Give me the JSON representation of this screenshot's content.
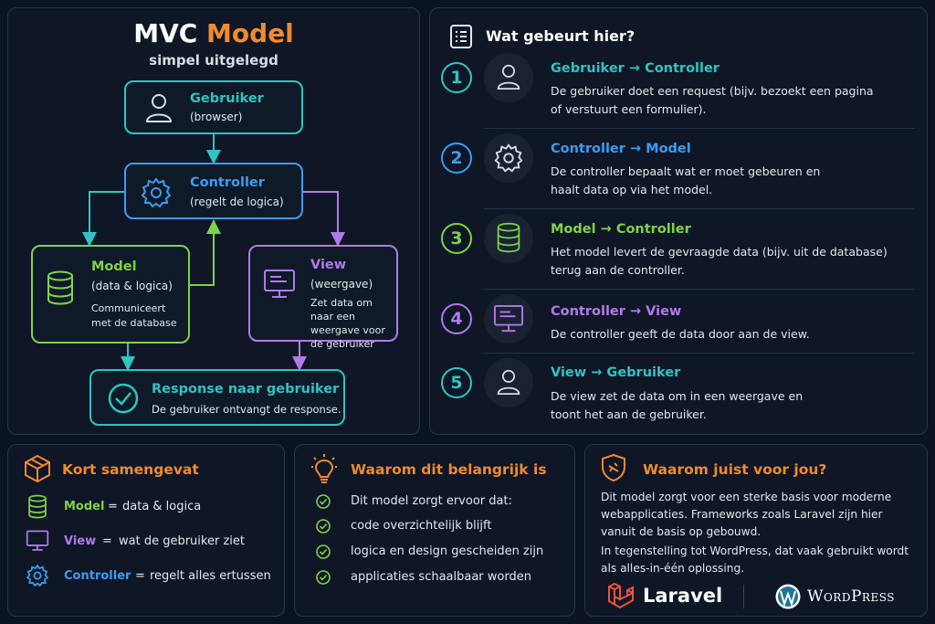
{
  "diagram": {
    "title_part1": "MVC",
    "title_part2": "Model",
    "subtitle": "simpel uitgelegd",
    "user": {
      "title": "Gebruiker",
      "sub": "(browser)"
    },
    "controller": {
      "title": "Controller",
      "sub": "(regelt de logica)"
    },
    "model": {
      "title": "Model",
      "sub": "(data & logica)",
      "desc": "Communiceert met de database"
    },
    "view": {
      "title": "View",
      "sub": "(weergave)",
      "desc": "Zet data om naar een weergave voor de gebruiker"
    },
    "response": {
      "title": "Response naar gebruiker",
      "desc": "De gebruiker ontvangt de response."
    }
  },
  "steps": {
    "header": "Wat gebeurt hier?",
    "items": [
      {
        "num": "1",
        "from": "Gebruiker",
        "to": "Controller",
        "desc": "De gebruiker doet een request (bijv. bezoekt een pagina of verstuurt een formulier).",
        "color": "#2ec4c4",
        "icon": "user-icon"
      },
      {
        "num": "2",
        "from": "Controller",
        "to": "Model",
        "desc": "De controller bepaalt wat er moet gebeuren en haalt data op via het model.",
        "color": "#3b9cf0",
        "icon": "gear-icon"
      },
      {
        "num": "3",
        "from": "Model",
        "to": "Controller",
        "desc": "Het model levert de gevraagde data (bijv. uit de database) terug aan de controller.",
        "color": "#7ed348",
        "icon": "database-icon"
      },
      {
        "num": "4",
        "from": "Controller",
        "to": "View",
        "desc": "De controller geeft de data door aan de view.",
        "color": "#b07ae8",
        "icon": "monitor-icon"
      },
      {
        "num": "5",
        "from": "View",
        "to": "Gebruiker",
        "desc": "De view zet de data om in een weergave en toont het aan de gebruiker.",
        "color": "#2ec4c4",
        "icon": "user-icon"
      }
    ]
  },
  "summary": {
    "title": "Kort samengevat",
    "rows": [
      {
        "term": "Model",
        "def": "data & logica",
        "color": "#7ed348"
      },
      {
        "term": "View",
        "def": "wat de gebruiker ziet",
        "color": "#b07ae8"
      },
      {
        "term": "Controller",
        "def": "regelt alles ertussen",
        "color": "#3b9cf0"
      }
    ],
    "eq": "="
  },
  "important": {
    "title": "Waarom dit belangrijk is",
    "items": [
      "Dit model zorgt ervoor dat:",
      "code overzichtelijk blijft",
      "logica en design gescheiden zijn",
      "applicaties schaalbaar worden"
    ]
  },
  "foryou": {
    "title": "Waarom juist voor jou?",
    "text1": "Dit model zorgt voor een sterke basis voor moderne webapplicaties. Frameworks zoals Laravel zijn hier vanuit de basis op gebouwd.",
    "text2": "In tegenstelling tot WordPress, dat vaak gebruikt wordt als alles-in-één oplossing.",
    "laravel": "Laravel",
    "wordpress": "WordPress"
  },
  "colors": {
    "orange": "#f28a2e",
    "teal": "#2ec4c4",
    "blue": "#3b9cf0",
    "green": "#7ed348",
    "purple": "#b07ae8"
  }
}
